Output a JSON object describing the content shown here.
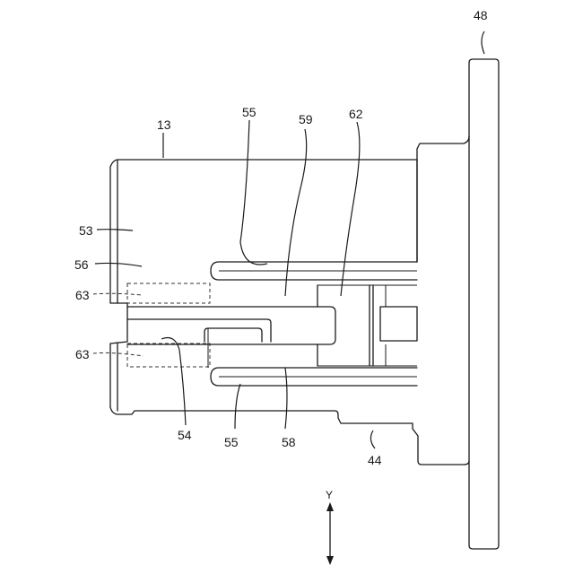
{
  "figure": {
    "labels": {
      "l48": "48",
      "l13": "13",
      "l55_top": "55",
      "l59": "59",
      "l62": "62",
      "l53": "53",
      "l56": "56",
      "l63_top": "63",
      "l63_bottom": "63",
      "l54": "54",
      "l55_bottom": "55",
      "l58": "58",
      "l44": "44"
    },
    "axis_label": "Y"
  }
}
